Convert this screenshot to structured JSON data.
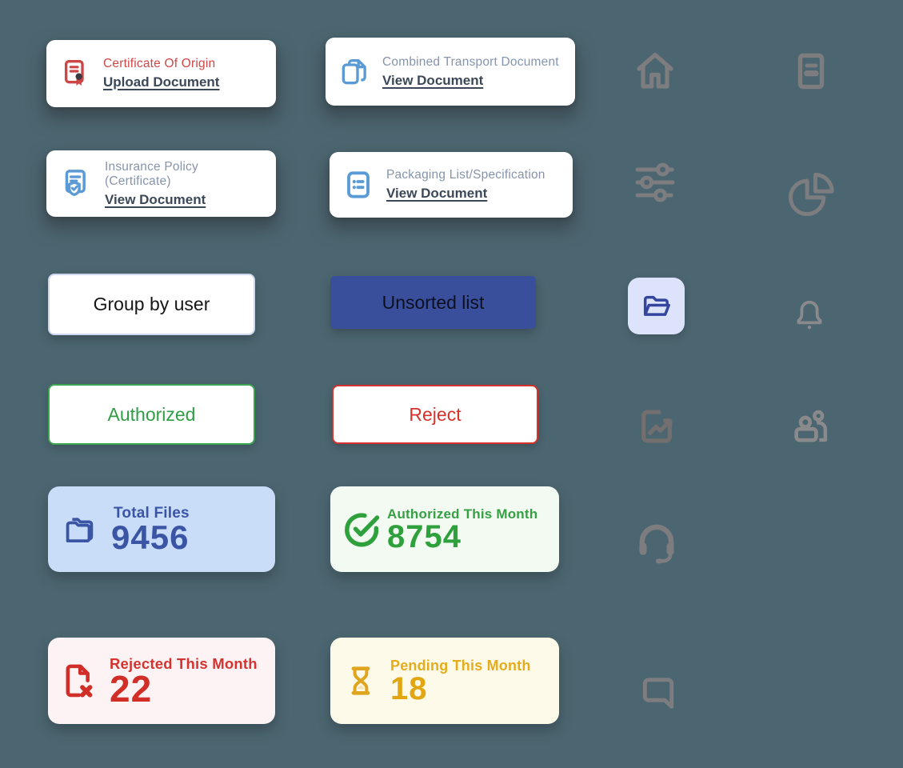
{
  "app": {
    "background_color": "#4c6671",
    "description_colors": {
      "card_bg": "#ffffff",
      "red_accent": "#cf4647",
      "blue_icon": "#5b9bd5",
      "card_title_gray": "#8694ab",
      "link_dark": "#3c4858",
      "button_blue_bg": "#3a4f9c",
      "green": "#2f9e44",
      "reject_red": "#d5322c",
      "navy": "#3b55a5",
      "stat_blue_bg": "#c9ddf8",
      "stat_green_bg": "#f3faf2",
      "stat_pink_bg": "#fdf3f4",
      "stat_cream_bg": "#fdfae9",
      "amber": "#e2a612",
      "icon_gray": "#7d7d80",
      "folder_tile_bg": "#dce3fa"
    }
  },
  "doc_cards": [
    {
      "icon": "certificate-icon",
      "title": "Certificate Of Origin",
      "action": "Upload Document"
    },
    {
      "icon": "copy-document-icon",
      "title": "Combined Transport Document",
      "action": "View Document"
    },
    {
      "icon": "shield-check-document-icon",
      "title": "Insurance Policy (Certificate)",
      "action": "View Document"
    },
    {
      "icon": "list-document-icon",
      "title": "Packaging List/Specification",
      "action": "View Document"
    }
  ],
  "buttons": {
    "group_by_user": "Group by user",
    "unsorted_list": "Unsorted list",
    "authorized": "Authorized",
    "reject": "Reject"
  },
  "stats": {
    "total_files": {
      "icon": "folder-icon",
      "label": "Total Files",
      "value": "9456"
    },
    "authorized_month": {
      "icon": "check-circle-icon",
      "label": "Authorized This Month",
      "value": "8754"
    },
    "rejected_month": {
      "icon": "document-x-icon",
      "label": "Rejected This Month",
      "value": "22"
    },
    "pending_month": {
      "icon": "hourglass-icon",
      "label": "Pending This Month",
      "value": "18"
    }
  },
  "glyph_icons": [
    "home-icon",
    "notes-document-icon",
    "sliders-icon",
    "pie-chart-icon",
    "open-folder-icon",
    "bell-icon",
    "report-trend-icon",
    "users-icon",
    "headset-icon",
    "chat-bubble-icon"
  ]
}
